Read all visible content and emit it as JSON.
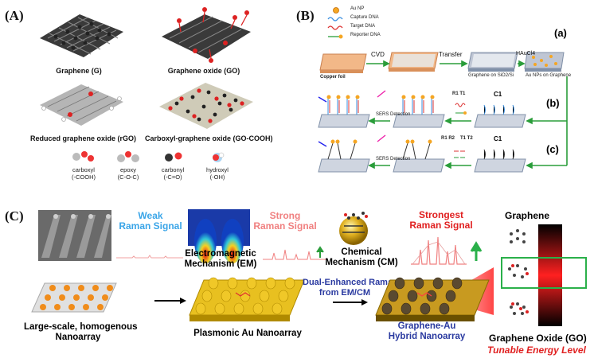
{
  "panel_a": {
    "label": "(A)",
    "graphene": "Graphene (G)",
    "go": "Graphene oxide (GO)",
    "rgo": "Reduced graphene oxide (rGO)",
    "gocooh": "Carboxyl-graphene oxide (GO-COOH)",
    "groups": [
      {
        "name": "carboxyl",
        "formula": "(-COOH)"
      },
      {
        "name": "epoxy",
        "formula": "(C-O-C)"
      },
      {
        "name": "carbonyl",
        "formula": "(-C=O)"
      },
      {
        "name": "hydroxyl",
        "formula": "(-OH)"
      }
    ]
  },
  "panel_b": {
    "label": "(B)",
    "legend": [
      "Au NP",
      "Capture DNA",
      "Target DNA",
      "Reporter DNA"
    ],
    "steps": {
      "cvd": "CVD",
      "transfer": "Transfer",
      "haucl4": "HAuCl4"
    },
    "captions": {
      "copper": "Copper foil",
      "graphene_si": "Graphene on SiO2/Si",
      "au_graphene": "Au NPs on Graphene"
    },
    "sub": [
      "(a)",
      "(b)",
      "(c)"
    ],
    "sers": "SERS Detection",
    "b_labels": {
      "r1t1": "R1 T1",
      "c1": "C1"
    },
    "c_labels": {
      "r": "R1 R2",
      "t": "T1 T2",
      "c1": "C1"
    }
  },
  "panel_c": {
    "label": "(C)",
    "weak": [
      "Weak",
      "Raman Signal"
    ],
    "strong": [
      "Strong",
      "Raman Signal"
    ],
    "strongest": [
      "Strongest",
      "Raman Signal"
    ],
    "em": [
      "Electromagnetic",
      "Mechanism (EM)"
    ],
    "cm": [
      "Chemical",
      "Mechanism (CM)"
    ],
    "dual": [
      "Dual-Enhanced Raman",
      "from EM/CM"
    ],
    "large": [
      "Large-scale, homogenous",
      "Nanoarray"
    ],
    "plasmonic": "Plasmonic Au Nanoarray",
    "hybrid": [
      "Graphene-Au",
      "Hybrid Nanoarray"
    ],
    "graphene": "Graphene",
    "go": "Graphene Oxide (GO)",
    "tunable": "Tunable Energy Level"
  }
}
